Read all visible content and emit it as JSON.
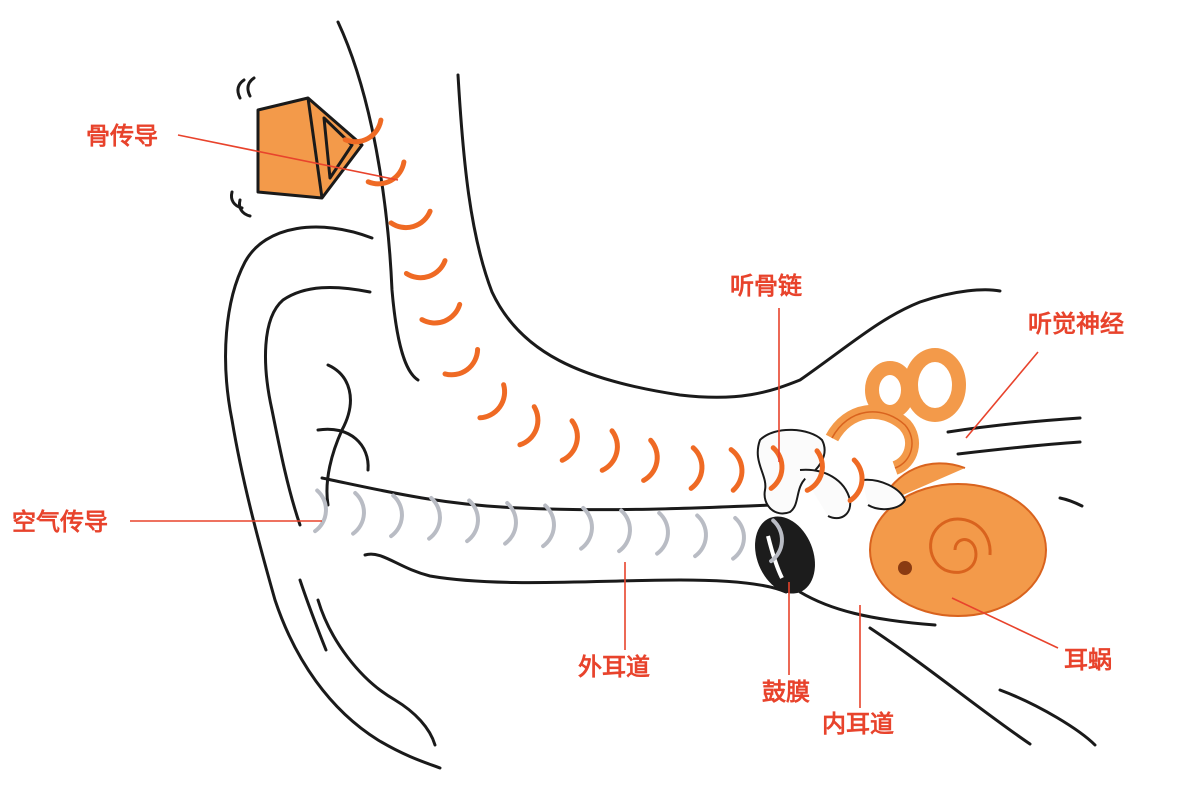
{
  "labels": {
    "bone_conduction": "骨传导",
    "air_conduction": "空气传导",
    "ossicles": "听骨链",
    "auditory_nerve": "听觉神经",
    "cochlea": "耳蜗",
    "outer_canal": "外耳道",
    "eardrum": "鼓膜",
    "inner_canal": "内耳道"
  },
  "colors": {
    "label": "#e8432c",
    "orange_fill": "#f39a4a",
    "orange_stroke": "#d9631e",
    "bone_wave": "#ef6a24",
    "air_wave": "#b9bcc4",
    "outline": "#1a1a1a",
    "eardrum": "#1c1c1c"
  },
  "icons": {
    "transducer": "bone-conduction-transducer-icon"
  }
}
